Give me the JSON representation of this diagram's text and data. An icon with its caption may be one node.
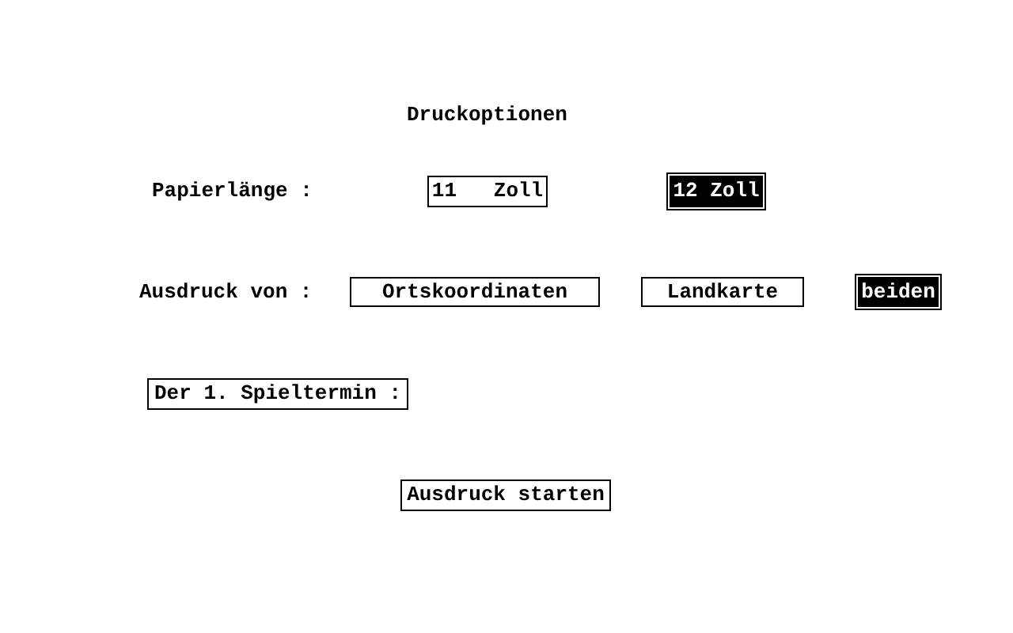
{
  "diagram": {
    "title": "Druckoptionen",
    "nodes": [
      {
        "text": [
          "11   Zoll"
        ]
      },
      {
        "text": [
          "12 Zoll"
        ]
      },
      {
        "text": [
          "Ortskoordinaten"
        ]
      },
      {
        "text": [
          "Landkarte"
        ]
      },
      {
        "text": [
          "beiden"
        ]
      },
      {
        "text": [
          "Der 1. Spieltermin :"
        ]
      },
      {
        "text": [
          "Ausdruck starten"
        ]
      }
    ],
    "edges": [],
    "labels": [
      "Papierlänge :",
      "Ausdruck von :"
    ]
  }
}
